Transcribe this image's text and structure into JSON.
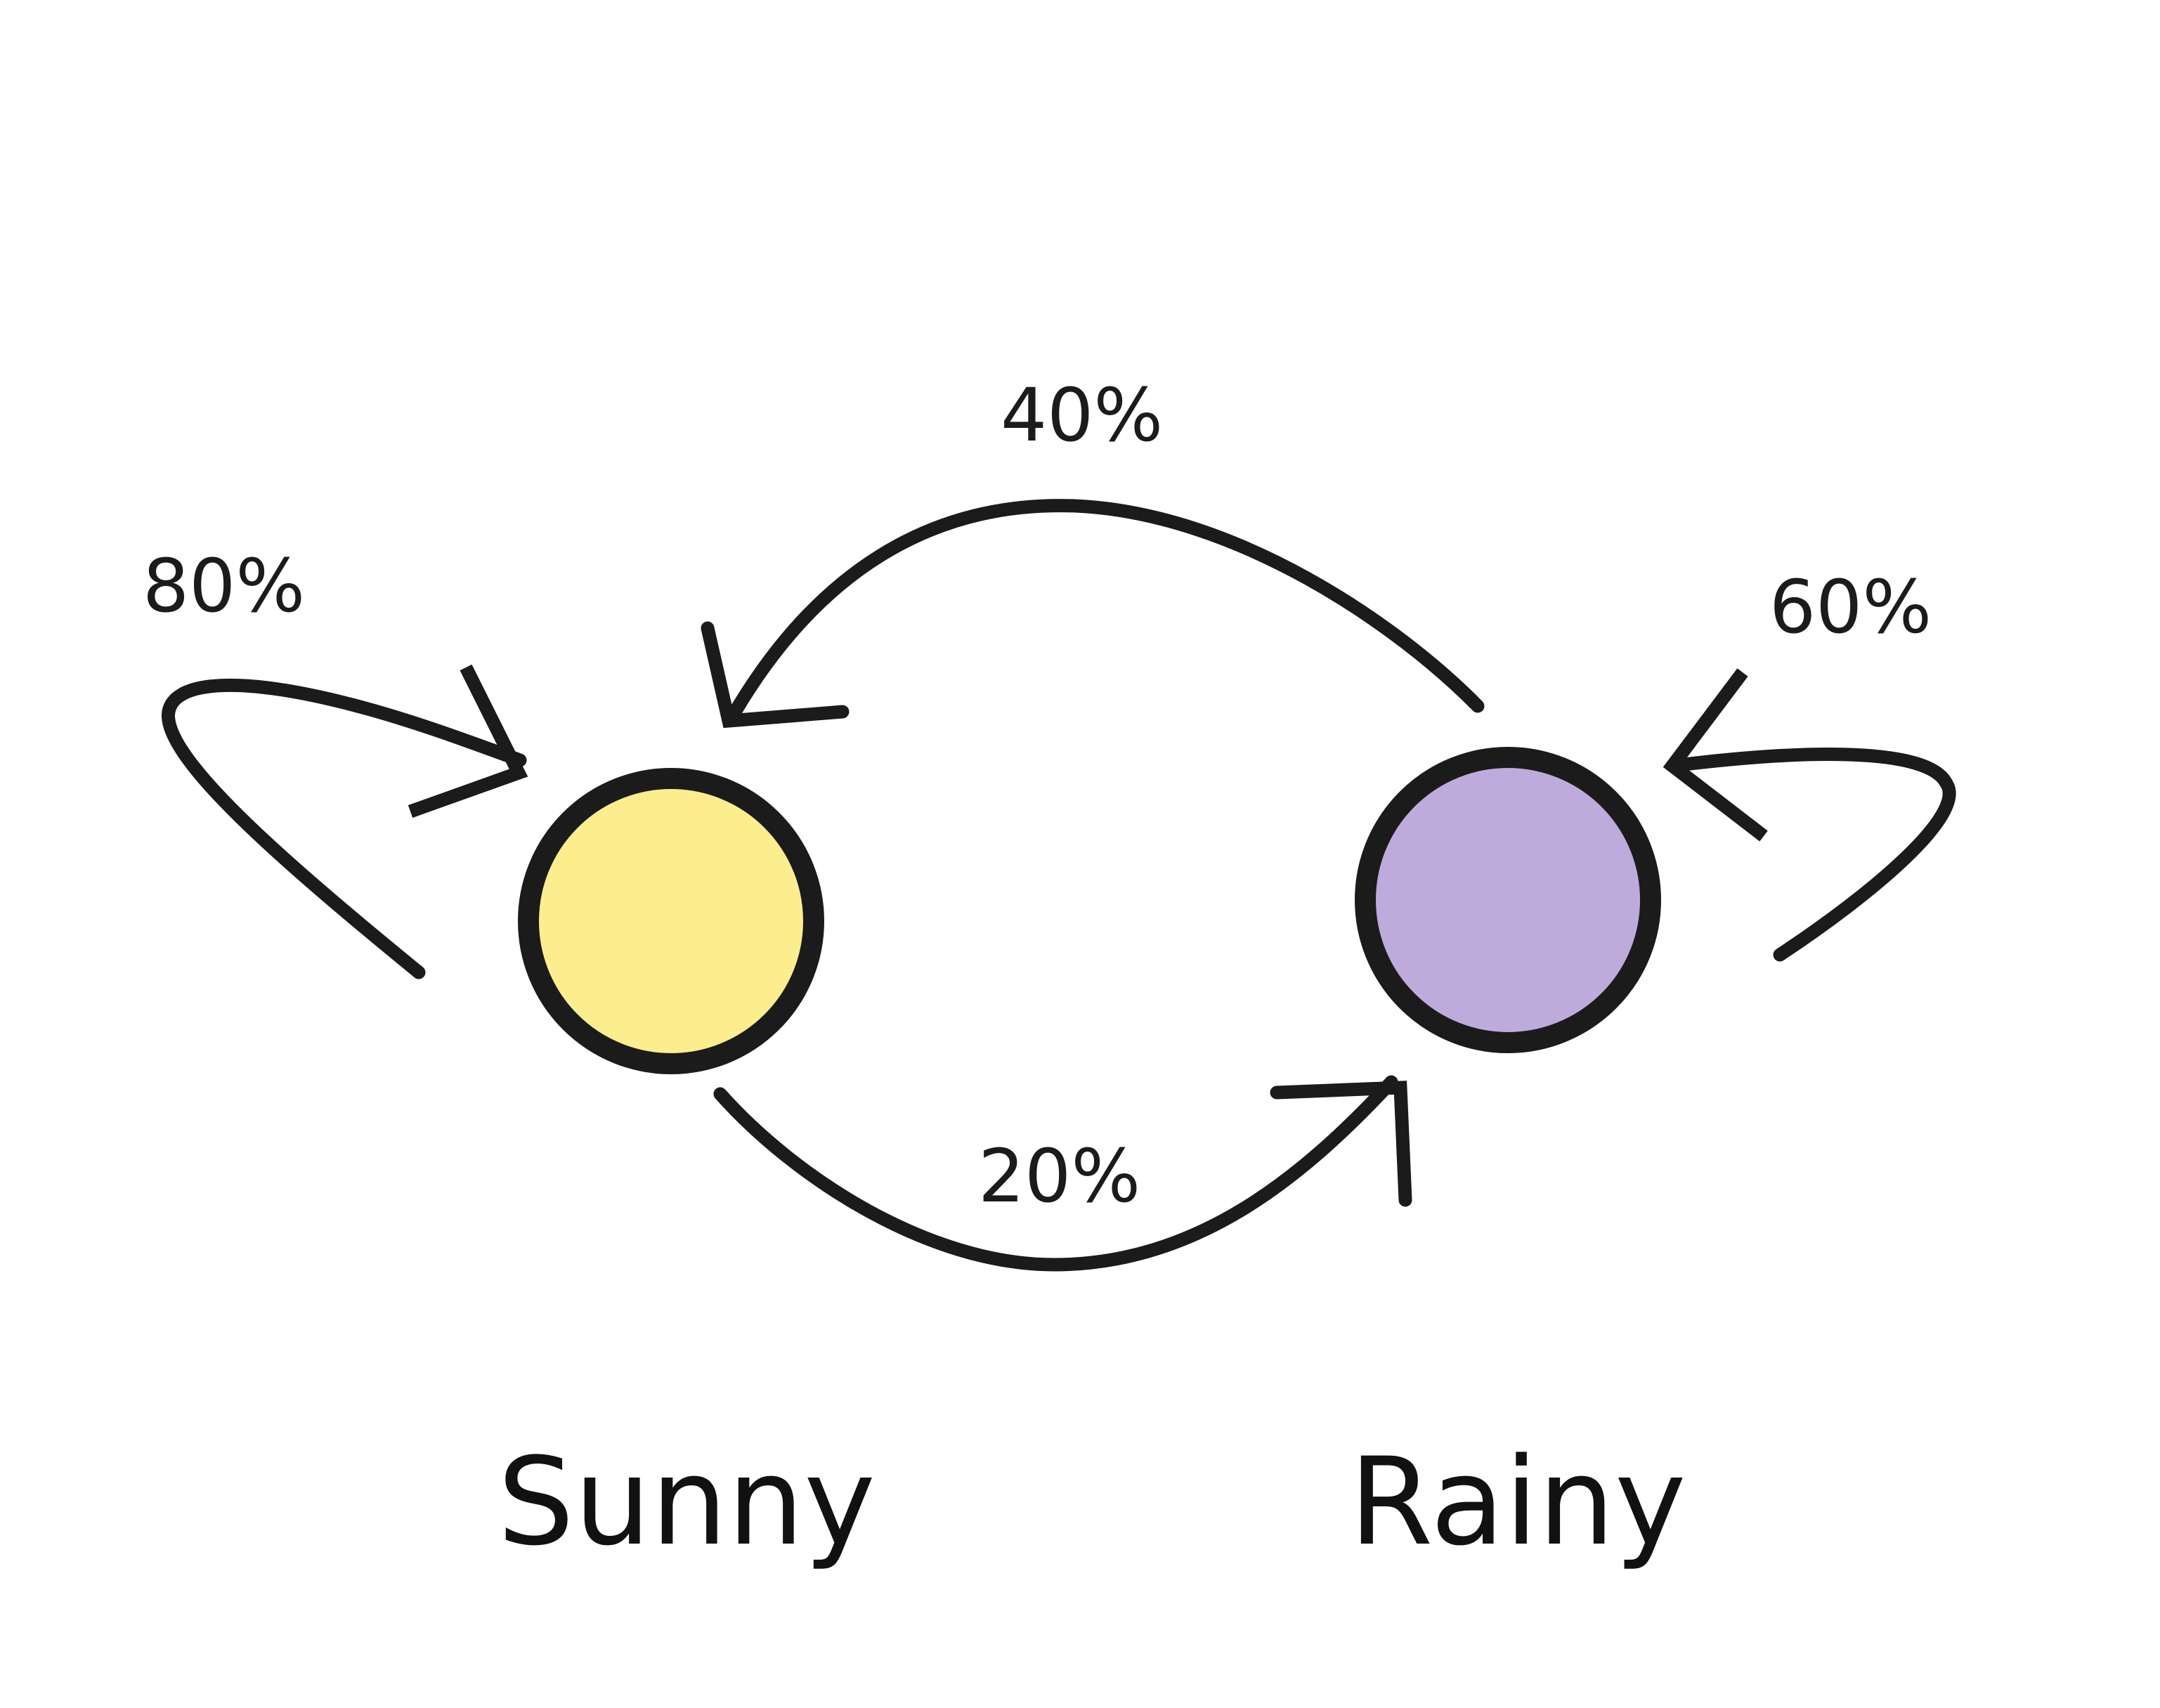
{
  "states": [
    {
      "id": "sunny",
      "label": "Sunny",
      "fill": "#fcee8f"
    },
    {
      "id": "rainy",
      "label": "Rainy",
      "fill": "#bfabdb"
    }
  ],
  "transitions": [
    {
      "from": "Sunny",
      "to": "Sunny",
      "label": "80%"
    },
    {
      "from": "Sunny",
      "to": "Rainy",
      "label": "20%"
    },
    {
      "from": "Rainy",
      "to": "Sunny",
      "label": "40%"
    },
    {
      "from": "Rainy",
      "to": "Rainy",
      "label": "60%"
    }
  ],
  "colors": {
    "stroke": "#1b1b1b",
    "background": "#ffffff"
  }
}
